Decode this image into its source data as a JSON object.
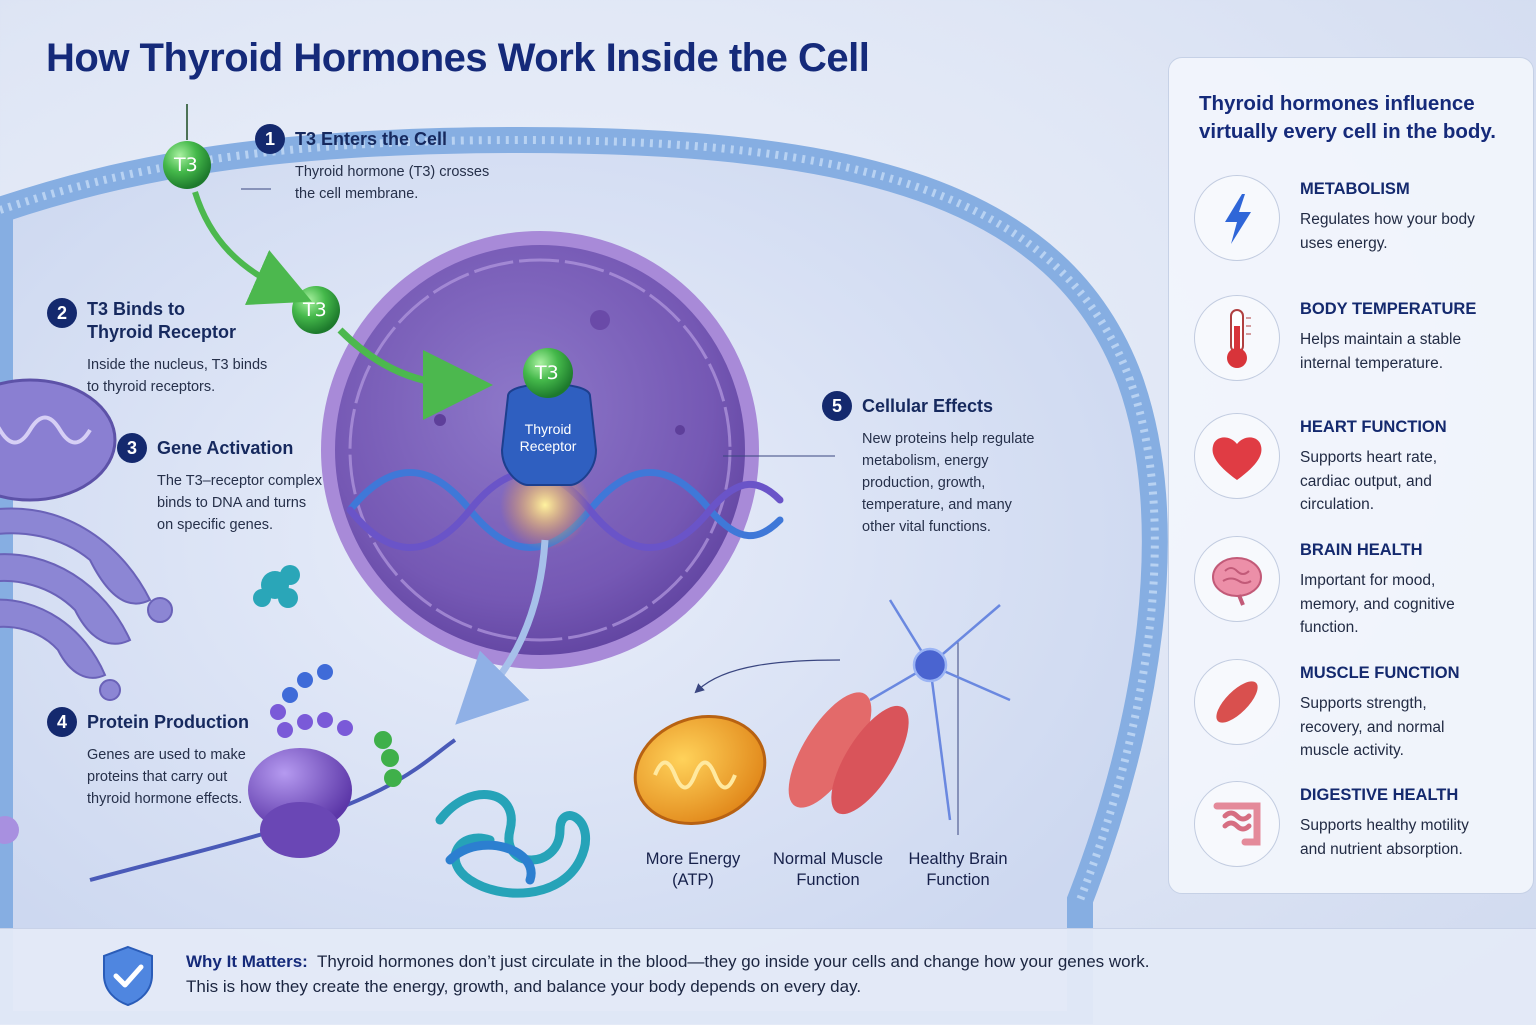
{
  "title": "How Thyroid Hormones Work Inside the Cell",
  "steps": [
    {
      "num": "1",
      "heading": "T3 Enters the Cell",
      "body_lines": [
        "Thyroid hormone (T3) crosses",
        "the cell membrane."
      ]
    },
    {
      "num": "2",
      "heading_lines": [
        "T3 Binds to",
        "Thyroid Receptor"
      ],
      "body_lines": [
        "Inside the nucleus, T3 binds",
        "to thyroid receptors."
      ]
    },
    {
      "num": "3",
      "heading": "Gene Activation",
      "body_lines": [
        "The T3–receptor complex",
        "binds to DNA and turns",
        "on specific genes."
      ]
    },
    {
      "num": "4",
      "heading": "Protein Production",
      "body_lines": [
        "Genes are used to make",
        "proteins that carry out",
        "thyroid hormone effects."
      ]
    },
    {
      "num": "5",
      "heading": "Cellular Effects",
      "body_lines": [
        "New proteins help regulate",
        "metabolism, energy",
        "production, growth,",
        "temperature, and many",
        "other vital functions."
      ]
    }
  ],
  "molecule_label": "T3",
  "receptor_label": [
    "Thyroid",
    "Receptor"
  ],
  "outcomes": [
    {
      "lines": [
        "More Energy",
        "(ATP)"
      ]
    },
    {
      "lines": [
        "Normal Muscle",
        "Function"
      ]
    },
    {
      "lines": [
        "Healthy Brain",
        "Function"
      ]
    }
  ],
  "panel": {
    "heading_lines": [
      "Thyroid hormones influence",
      "virtually every cell in the body."
    ],
    "items": [
      {
        "icon": "lightning-icon",
        "heading": "METABOLISM",
        "body_lines": [
          "Regulates how your body",
          "uses energy."
        ]
      },
      {
        "icon": "thermometer-icon",
        "heading": "BODY TEMPERATURE",
        "body_lines": [
          "Helps maintain a stable",
          "internal temperature."
        ]
      },
      {
        "icon": "heart-icon",
        "heading": "HEART FUNCTION",
        "body_lines": [
          "Supports heart rate,",
          "cardiac output, and",
          "circulation."
        ]
      },
      {
        "icon": "brain-icon",
        "heading": "BRAIN HEALTH",
        "body_lines": [
          "Important for mood,",
          "memory, and cognitive",
          "function."
        ]
      },
      {
        "icon": "muscle-icon",
        "heading": "MUSCLE FUNCTION",
        "body_lines": [
          "Supports strength,",
          "recovery, and normal",
          "muscle activity."
        ]
      },
      {
        "icon": "intestine-icon",
        "heading": "DIGESTIVE HEALTH",
        "body_lines": [
          "Supports healthy motility",
          "and nutrient absorption."
        ]
      }
    ]
  },
  "footer": {
    "label": "Why It Matters:",
    "line1": "Thyroid hormones don’t just circulate in the blood—they go inside your cells and change how your genes work.",
    "line2": "This is how they create the energy, growth, and balance your body depends on every day."
  },
  "colors": {
    "title": "#152a7a",
    "hormone_green": "#3cae4a",
    "receptor_blue": "#2f5fc0",
    "nucleus_purple": "#8a6bc4",
    "membrane_blue": "#7fa8de"
  }
}
